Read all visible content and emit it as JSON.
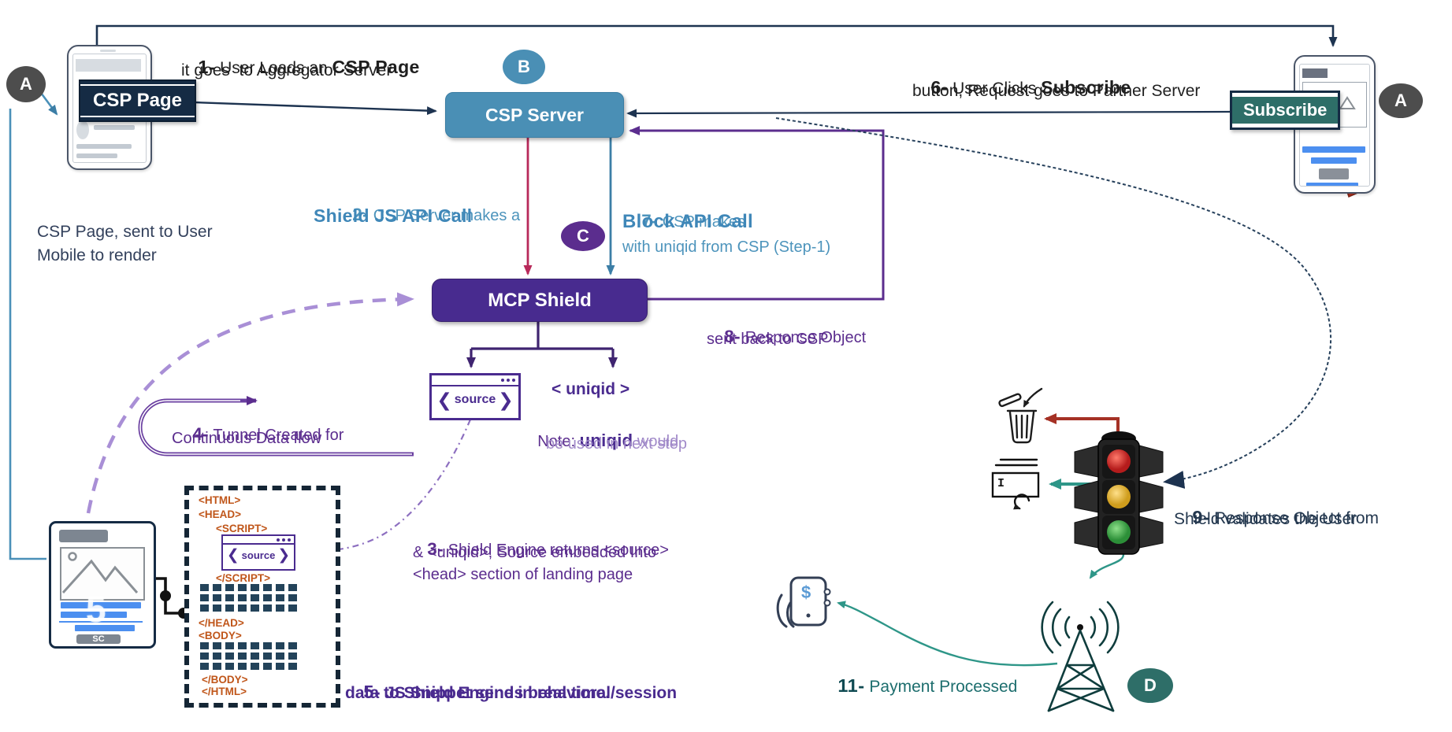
{
  "markers": {
    "a_left": "A",
    "b": "B",
    "c": "C",
    "a_right": "A",
    "d": "D"
  },
  "nodes": {
    "csp_page": "CSP Page",
    "csp_server": "CSP Server",
    "mcp_shield": "MCP Shield",
    "subscribe": "Subscribe",
    "source": "source",
    "uniqid": "< uniqid >"
  },
  "steps": {
    "s1": {
      "num": "1-",
      "pre": "User Loads an",
      "bold": "CSP Page",
      "line2": "it goes  to Aggregator Server"
    },
    "s2": {
      "num": "2-",
      "line1": "CSP Server makes a",
      "bold": "Shield JS API Call"
    },
    "s3": {
      "num": "3-",
      "line1": "Shield Engine returns <source>",
      "line2": "& <uniqid>, Source embedded Into",
      "line3": "<head> section of landing page"
    },
    "s4": {
      "num": "4-",
      "line1": "Tunnel Created for",
      "line2": "Continuous Data flow"
    },
    "s5": {
      "num": "5-",
      "line1": "JS Snippet sends behavioral/session",
      "line2": "data to Shield Engine in real time."
    },
    "s6": {
      "num": "6-",
      "pre": "User Clicks",
      "bold": "Subscribe",
      "line2": "button, Request goes to Partner Server"
    },
    "s7": {
      "num": "7-",
      "line1": "CSP makes",
      "bold": "Block API Call",
      "line3": "with uniqid from CSP (Step-1)"
    },
    "s8": {
      "num": "8-",
      "line1": "Response Object",
      "line2": "sent back to CSP"
    },
    "s9": {
      "num": "9-",
      "line1": "Response Object from",
      "line2": "Shield validates the User"
    },
    "s11": {
      "num": "11-",
      "line1": "Payment Processed"
    }
  },
  "note": {
    "prefix": "Note: ",
    "bold": "uniqid",
    "suffix": " would",
    "line2": "be used in next step"
  },
  "side_note": {
    "line1": "CSP Page, sent to User",
    "line2": "Mobile to render"
  },
  "code": {
    "html_open": "<HTML>",
    "head_open": "<HEAD>",
    "script_open": "<SCRIPT>",
    "script_close": "</SCRIPT>",
    "head_close": "</HEAD>",
    "body_open": "<BODY>",
    "body_close": "</BODY>",
    "html_close": "</HTML>"
  },
  "mockup": {
    "sc_label": "SC",
    "watermark": "5"
  },
  "icons": {
    "dollar_sign": "$",
    "cursor_i": "I",
    "angle_left": "❮",
    "angle_right": "❯"
  },
  "colors": {
    "navy": "#1d3350",
    "server_blue": "#4a8fb5",
    "shield_purple": "#482b8f",
    "purple_text": "#5b2d8e",
    "blue_text": "#4d94bc",
    "teal_fill": "#2e6e68",
    "teal_arrow": "#2e9688",
    "rose_arrow": "#b8295a",
    "red_arrow": "#a53125",
    "orange_code": "#c0561a",
    "lavender": "#a98fd6",
    "traffic_red": "#c21d1d",
    "traffic_yellow": "#d9a61f",
    "traffic_green": "#2f9e3f"
  }
}
